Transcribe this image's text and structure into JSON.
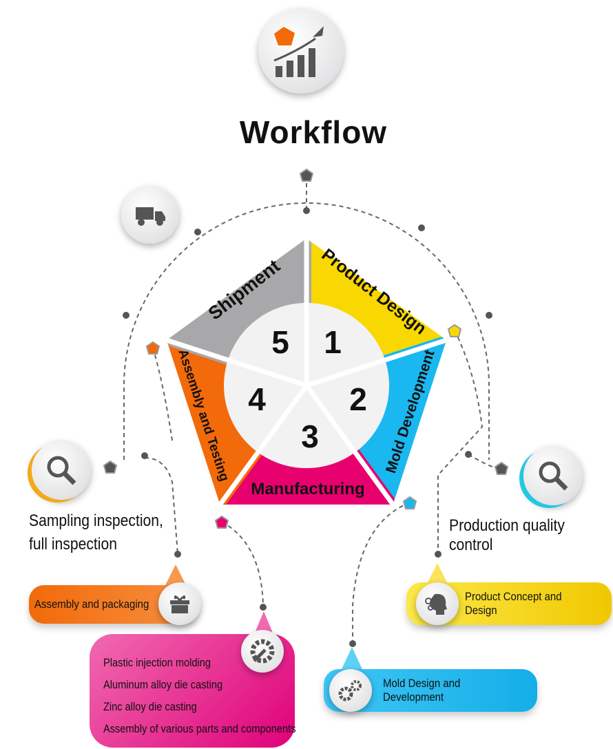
{
  "title": "Workflow",
  "steps": [
    {
      "number": "1",
      "label": "Product Design",
      "color": "#f8d800"
    },
    {
      "number": "2",
      "label": "Mold Development",
      "color": "#1ab8f0"
    },
    {
      "number": "3",
      "label": "Manufacturing",
      "color": "#e8006e"
    },
    {
      "number": "4",
      "label": "Assembly and Testing",
      "color": "#f26a0a"
    },
    {
      "number": "5",
      "label": "Shipment",
      "color": "#a8a8aa"
    }
  ],
  "captions": {
    "left": [
      "Sampling inspection,",
      "full inspection"
    ],
    "right": "Production quality control"
  },
  "callouts": {
    "assembly": "Assembly and packaging",
    "concept": "Product Concept and Design",
    "mold": "Mold Design and Development",
    "manufacturing": [
      "Plastic injection molding",
      "Aluminum alloy die casting",
      "Zinc alloy die casting",
      "Assembly of various parts and components"
    ]
  }
}
